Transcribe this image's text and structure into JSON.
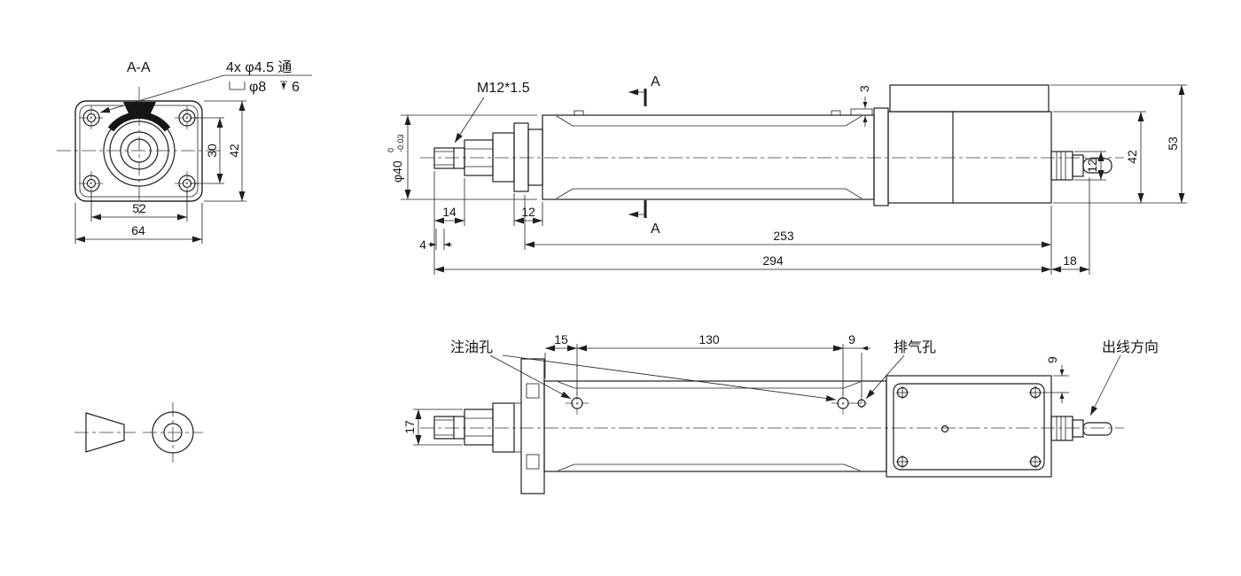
{
  "page": {
    "background": "#ffffff",
    "line_color": "#1f1f1f"
  },
  "section_view": {
    "title": "A-A",
    "hole_note": "4x  φ4.5 通",
    "counterbore_dia": "φ8",
    "counterbore_depth": "6",
    "dim_hole_pitch_vertical": "30",
    "dim_flange_height": "42",
    "dim_hole_pitch_horizontal": "52",
    "dim_flange_width": "64"
  },
  "side_view": {
    "thread_note": "M12*1.5",
    "section_label_top": "A",
    "section_label_bottom": "A",
    "dim_cylinder_dia": "φ40",
    "dia_tolerance_upper": "0",
    "dia_tolerance_lower": "-0.03",
    "dim_screw_height": "3",
    "dim_rod_extension": "14",
    "dim_flange_thickness": "12",
    "dim_rod_chamfer": "4",
    "dim_body_length": "253",
    "dim_overall_length": "294",
    "dim_connector_length": "18",
    "dim_connector_height": "12",
    "dim_body_height": "42",
    "dim_overall_height": "53"
  },
  "bottom_view": {
    "oil_hole_label": "注油孔",
    "vent_hole_label": "排气孔",
    "cable_direction_label": "出线方向",
    "dim_oil_hole_offset": "15",
    "dim_hole_spacing": "130",
    "dim_vent_offset": "9",
    "dim_cover_edge": "9",
    "dim_nut_flats": "17"
  }
}
